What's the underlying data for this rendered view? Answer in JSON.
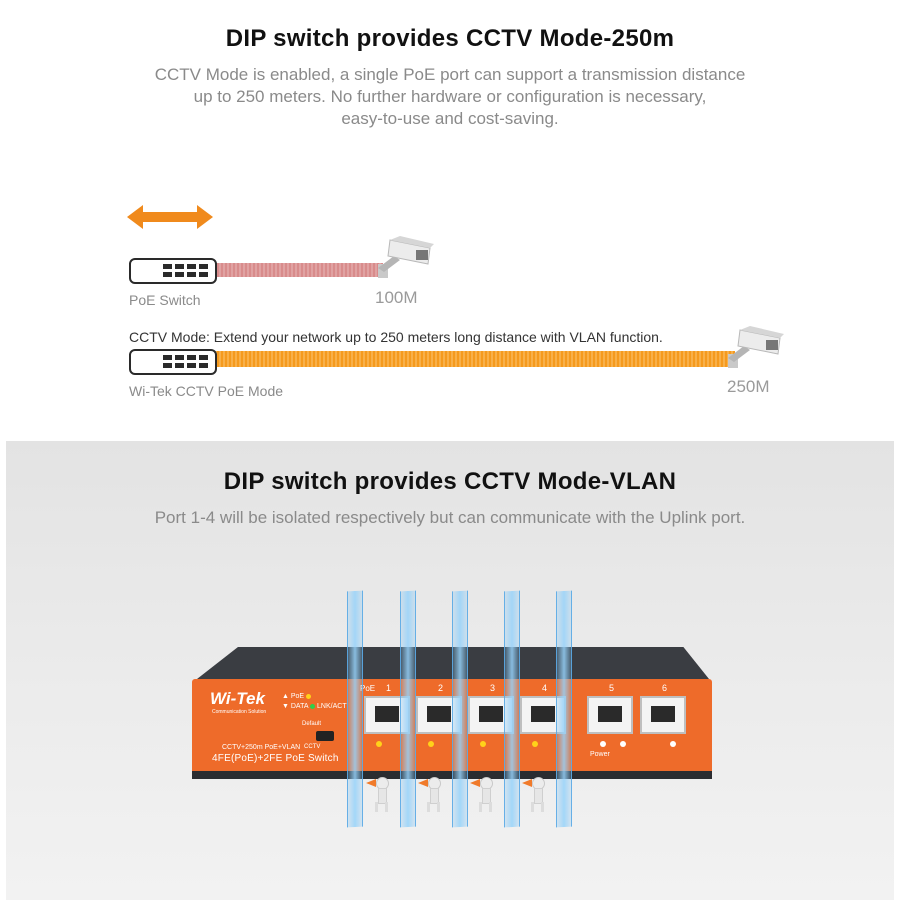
{
  "section1": {
    "title": "DIP switch provides CCTV Mode-250m",
    "subtitle_lines": [
      "CCTV Mode is enabled, a single PoE port can support a transmission distance",
      "up to 250 meters. No further hardware or configuration is necessary,",
      "easy-to-use and cost-saving."
    ],
    "row1": {
      "switch_label": "PoE Switch",
      "distance": "100M"
    },
    "mode_text": "CCTV Mode: Extend your  network up to 250 meters long distance with VLAN function.",
    "row2": {
      "switch_label": "Wi-Tek CCTV PoE Mode",
      "distance": "250M"
    },
    "colors": {
      "arrow": "#f08a1c",
      "cable_short": "#d88b8b",
      "cable_long": "#f59a1e"
    }
  },
  "section2": {
    "title": "DIP switch provides CCTV Mode-VLAN",
    "subtitle": "Port 1-4 will be isolated respectively but can communicate with the Uplink port.",
    "device": {
      "logo": "Wi-Tek",
      "logo_tagline": "Communication Solution",
      "led_legend": {
        "poe": "PoE",
        "data": "DATA",
        "lnk": "LNK/ACT"
      },
      "dip_label_top": "Default",
      "dip_label_bottom": "CCTV",
      "mode_label": "CCTV+250m PoE+VLAN",
      "model": "4FE(PoE)+2FE PoE Switch",
      "poe_tag": "PoE",
      "ports": [
        "1",
        "2",
        "3",
        "4",
        "5",
        "6"
      ],
      "power_label": "Power",
      "body_color": "#ee6b2a"
    }
  }
}
